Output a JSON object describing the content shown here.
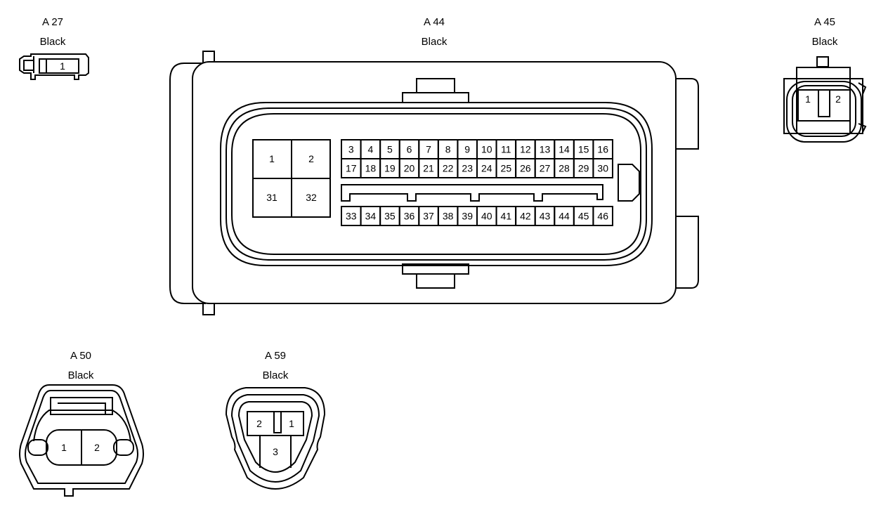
{
  "connectors": {
    "a27": {
      "id": "A 27",
      "color": "Black",
      "pins": [
        "1"
      ]
    },
    "a44": {
      "id": "A 44",
      "color": "Black",
      "big_pins": [
        "1",
        "2",
        "31",
        "32"
      ],
      "row1": [
        "3",
        "4",
        "5",
        "6",
        "7",
        "8",
        "9",
        "10",
        "11",
        "12",
        "13",
        "14",
        "15",
        "16"
      ],
      "row2": [
        "17",
        "18",
        "19",
        "20",
        "21",
        "22",
        "23",
        "24",
        "25",
        "26",
        "27",
        "28",
        "29",
        "30"
      ],
      "row3": [
        "33",
        "34",
        "35",
        "36",
        "37",
        "38",
        "39",
        "40",
        "41",
        "42",
        "43",
        "44",
        "45",
        "46"
      ]
    },
    "a45": {
      "id": "A 45",
      "color": "Black",
      "pins": [
        "1",
        "2"
      ]
    },
    "a50": {
      "id": "A 50",
      "color": "Black",
      "pins": [
        "1",
        "2"
      ]
    },
    "a59": {
      "id": "A 59",
      "color": "Black",
      "pins": [
        "2",
        "1",
        "3"
      ]
    }
  }
}
